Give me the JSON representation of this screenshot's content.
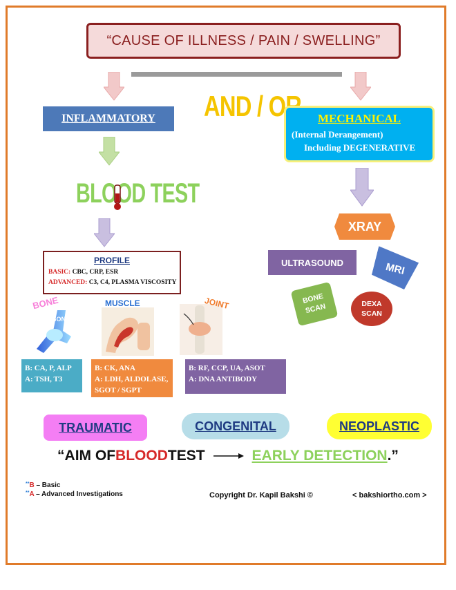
{
  "title": "“CAUSE OF ILLNESS / PAIN / SWELLING”",
  "and_or": "AND / OR",
  "inflammatory": {
    "label": "INFLAMMATORY",
    "blood_test": "BLOOD TEST",
    "profile": {
      "title": "PROFILE",
      "basic_key": "BASIC:",
      "basic_val": " CBC, CRP, ESR",
      "advanced_key": "ADVANCED:",
      "advanced_val": " C3, C4, PLASMA VISCOSITY"
    },
    "panels": [
      {
        "label": "BONE",
        "image_label": "BONE",
        "b": "B: CA, P, ALP",
        "a": "A: TSH, T3"
      },
      {
        "label": "MUSCLE",
        "b": "B: CK, ANA",
        "a": "A: LDH, ALDOLASE,",
        "a2": "SGOT / SGPT"
      },
      {
        "label": "JOINT",
        "b": "B: RF, CCP, UA, ASOT",
        "a": "A: DNA ANTIBODY"
      }
    ]
  },
  "mechanical": {
    "label": "MECHANICAL",
    "sub1": "(Internal Derangement)",
    "sub2": "Including DEGENERATIVE",
    "tests": {
      "xray": "XRAY",
      "ultrasound": "ULTRASOUND",
      "mri": "MRI",
      "bone_scan_1": "BONE",
      "bone_scan_2": "SCAN",
      "dexa_1": "DEXA",
      "dexa_2": "SCAN"
    }
  },
  "categories": [
    "TRAUMATIC",
    "CONGENITAL",
    "NEOPLASTIC"
  ],
  "aim": {
    "part1": "“AIM OF ",
    "part2": "BLOOD",
    "part3": " TEST",
    "part4": "EARLY DETECTION",
    "part5": ".”"
  },
  "legend": {
    "star": "**",
    "b_key": "B",
    "b_val": " – Basic",
    "a_key": "A",
    "a_val": " – Advanced Investigations"
  },
  "copyright": "Copyright Dr. Kapil Bakshi ©",
  "website": "< bakshiortho.com >",
  "colors": {
    "frame": "#e07b2a",
    "banner_border": "#8a1f1f",
    "inflammatory": "#4d79b8",
    "mechanical": "#00b0f0",
    "and_or": "#f5c400",
    "blood_test": "#8dd15c",
    "arrow_pink": "#f2c9c9",
    "arrow_green": "#c4e0a4",
    "arrow_purple": "#c9bfe0"
  },
  "icons": [
    "bone-image-icon",
    "muscle-image-icon",
    "joint-image-icon",
    "blood-tube-icon",
    "arrow-right-icon"
  ]
}
